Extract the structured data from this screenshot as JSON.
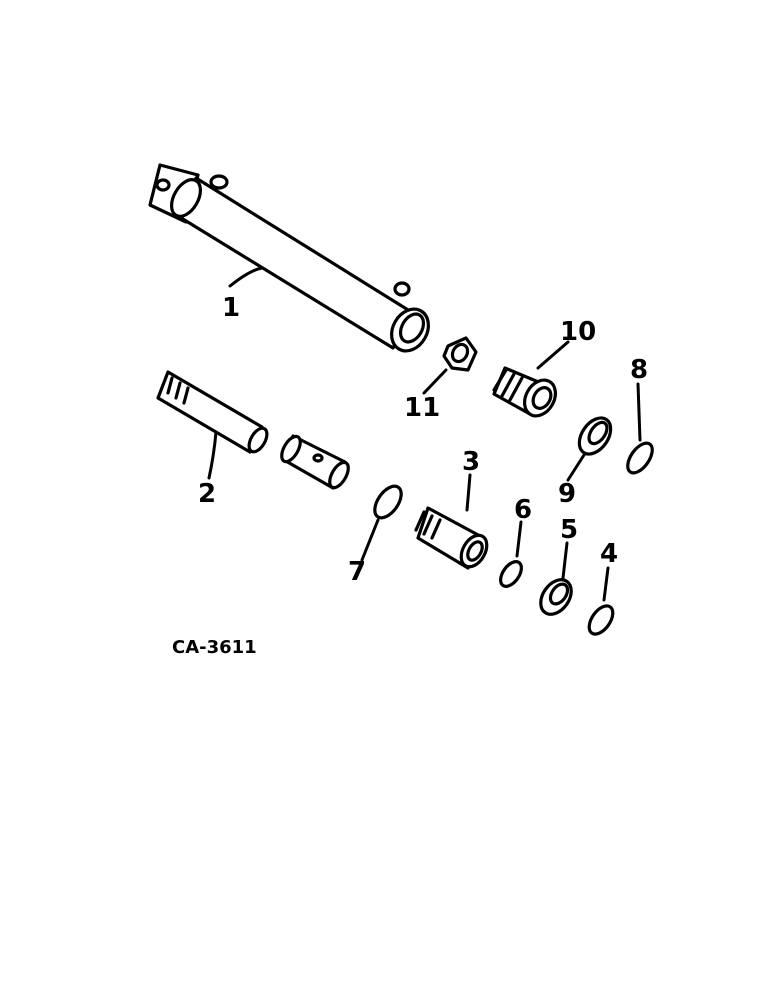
{
  "figure": {
    "code": "CA-3611",
    "callouts": [
      "1",
      "2",
      "3",
      "4",
      "5",
      "6",
      "7",
      "8",
      "9",
      "10",
      "11"
    ]
  }
}
